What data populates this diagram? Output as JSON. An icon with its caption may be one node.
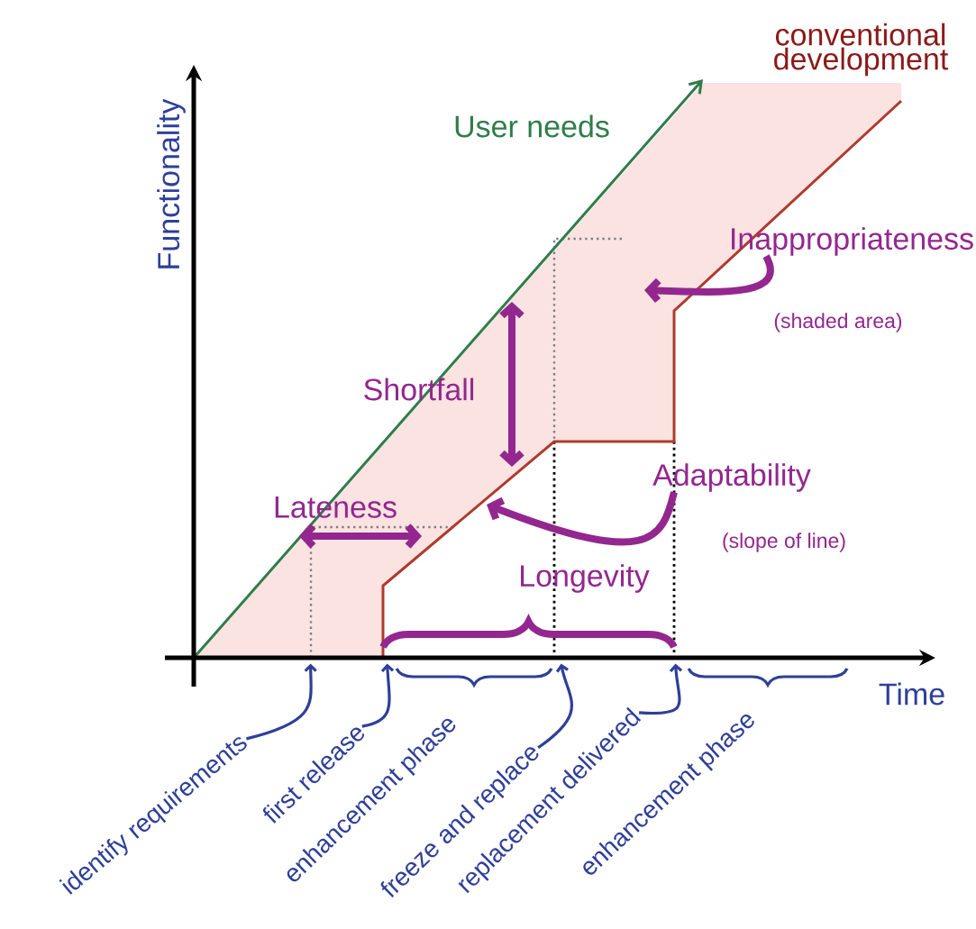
{
  "diagram": {
    "nodes": [
      {
        "text": [
          "Inappropriateness"
        ],
        "beside": [
          "(shaded area)"
        ]
      },
      {
        "text": [
          "Adaptability"
        ],
        "beside": [
          "(slope of line)"
        ]
      },
      {
        "text": [
          "identify requirements"
        ]
      },
      {
        "text": [
          "first release"
        ]
      },
      {
        "text": [
          "freeze and replace"
        ]
      },
      {
        "text": [
          "replacement delivered"
        ]
      },
      {
        "text": [],
        "shape": "arrow"
      }
    ],
    "edges": [
      {
        "from": 0,
        "to": null,
        "arrow": "to",
        "style": "thick",
        "color": "#93278f"
      },
      {
        "from": 1,
        "to": null,
        "arrow": "to",
        "style": "thick",
        "color": "#93278f"
      },
      {
        "from": 2,
        "to": 6,
        "arrow": "to"
      },
      {
        "from": 3,
        "to": 6,
        "arrow": "to"
      },
      {
        "from": 4,
        "to": 6,
        "arrow": "to"
      },
      {
        "from": 5,
        "to": 6,
        "arrow": "to"
      }
    ],
    "labels": [
      "conventional development",
      "User needs",
      "Functionality",
      "Shortfall",
      "Lateness",
      "Longevity",
      "Time",
      "enhancement phase",
      "enhancement phase"
    ]
  }
}
